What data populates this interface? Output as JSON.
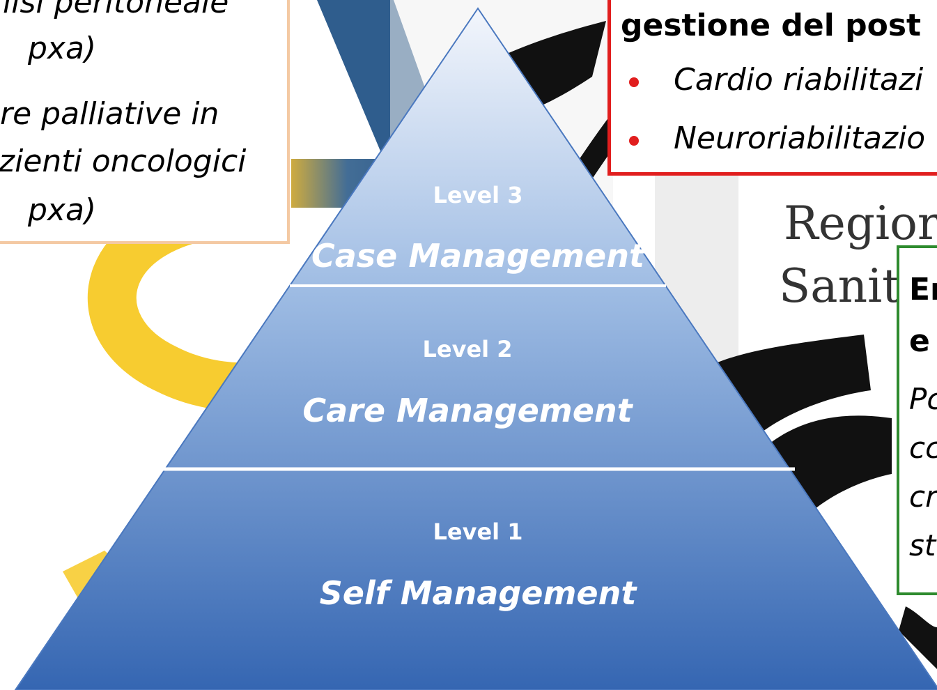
{
  "left_box": {
    "line1": "lisi peritoneale",
    "line2": "pxa)",
    "line3": "re palliative in",
    "line4": "zienti oncologici",
    "line5": "pxa)"
  },
  "red_box": {
    "heading": "gestione del post",
    "bullet1": "Cardio riabilitazi",
    "bullet2": "Neuroriabilitazio",
    "border_color": "#e11e1e"
  },
  "logo_text": {
    "line1": "Regior",
    "line2": "Sanit"
  },
  "green_box": {
    "line1": "Er",
    "line2": "e",
    "line3": "Pc",
    "line4": "cc",
    "line5": "cr",
    "line6": "st",
    "border_color": "#2e8b2e"
  },
  "pyramid": {
    "level3": {
      "level": "Level 3",
      "name": "Case Management"
    },
    "level2": {
      "level": "Level 2",
      "name": "Care Management"
    },
    "level1": {
      "level": "Level 1",
      "name": "Self Management"
    },
    "colors": {
      "top": "#eef3fb",
      "mid": "#8fb1dd",
      "bottom": "#3868b4"
    }
  }
}
